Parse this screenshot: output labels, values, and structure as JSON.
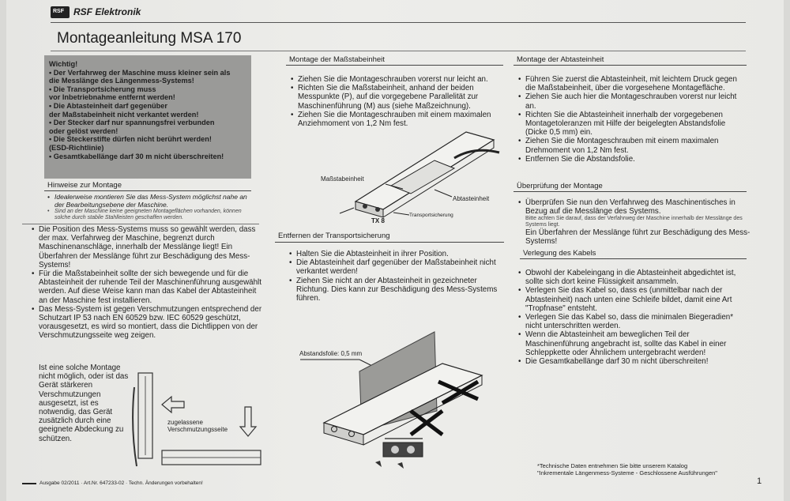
{
  "header": {
    "logo": "RSF",
    "brand": "RSF Elektronik",
    "title": "Montageanleitung MSA 170"
  },
  "warning_box": [
    "Wichtig!",
    "• Der Verfahrweg der Maschine muss kleiner sein als",
    "  die Messlänge des Längenmess-Systems!",
    "• Die Transportsicherung muss",
    "  vor Inbetriebnahme entfernt werden!",
    "• Die Abtasteinheit darf gegenüber",
    "  der Maßstabeinheit nicht verkantet werden!",
    "• Der Stecker darf nur spannungsfrei verbunden",
    "  oder gelöst werden!",
    "• Die Steckerstifte dürfen nicht berührt werden!",
    "  (ESD-Richtlinie)",
    "• Gesamtkabellänge darf 30 m nicht überschreiten!"
  ],
  "hinweise": {
    "heading": "Hinweise zur Montage",
    "intro": [
      "Idealerweise montieren Sie das Mess-System möglichst nahe an der Bearbeitungsebene der Maschine.",
      "Sind an der Maschine keine geeigneten Montageflächen vorhanden, können solche durch stabile Stahlleisten geschaffen werden."
    ],
    "items": [
      "Die Position des Mess-Systems muss so gewählt werden, dass der max. Verfahrweg der Maschine, begrenzt durch Maschinenanschläge, innerhalb der Messlänge liegt! Ein Überfahren der Messlänge führt zur Beschädigung des Mess-Systems!",
      "Für die Maßstabeinheit sollte der sich bewegende und für die Abtasteinheit der ruhende Teil der Maschinenführung ausgewählt werden. Auf diese Weise kann man das Kabel der Abtasteinheit an der Maschine fest installieren.",
      "Das Mess-System ist gegen Verschmutzungen entsprechend der Schutzart IP 53 nach EN 60529 bzw. IEC 60529 geschützt, vorausgesetzt, es wird so montiert, dass die Dichtlippen von der Verschmutzungsseite weg zeigen."
    ],
    "extra": "Ist eine solche Montage nicht möglich, oder ist das Gerät stärkeren Verschmutzungen ausgesetzt, ist es notwendig, das Gerät zusätzlich durch eine geeignete Abdeckung zu schützen.",
    "figure_label": "zugelassene Verschmutzungsseite"
  },
  "montage_massstab": {
    "heading": "Montage der Maßstabeinheit",
    "items": [
      "Ziehen Sie die Montageschrauben vorerst nur leicht an.",
      "Richten Sie die Maßstabeinheit, anhand der beiden Messpunkte (P), auf die vorgegebene Parallelität zur Maschinenführung (M) aus (siehe Maßzeichnung).",
      "Ziehen Sie die Montageschrauben mit einem maximalen Anziehmoment von 1,2 Nm fest."
    ],
    "labels": {
      "massstab": "Maßstabeinheit",
      "abtast": "Abtasteinheit",
      "transport": "Transportsicherung",
      "tx": "TX 8"
    }
  },
  "entfernen": {
    "heading": "Entfernen der Transportsicherung",
    "items": [
      "Halten Sie die Abtasteinheit in ihrer Position.",
      "Die Abtasteinheit darf gegenüber der Maßstabeinheit nicht verkantet werden!",
      "Ziehen Sie nicht an der Abtasteinheit in gezeichneter Richtung. Dies kann zur Beschädigung des Mess-Systems führen."
    ],
    "label": "Abstandsfolie: 0,5 mm"
  },
  "montage_abtast": {
    "heading": "Montage der Abtasteinheit",
    "items": [
      "Führen Sie zuerst die Abtasteinheit, mit leichtem Druck gegen die Maßstabeinheit, über die vorgesehene Montagefläche.",
      "Ziehen Sie auch hier die Montageschrauben vorerst nur leicht an.",
      "Richten Sie die Abtasteinheit innerhalb der vorgegebenen Montagetoleranzen mit Hilfe der beigelegten Abstandsfolie (Dicke 0,5 mm) ein.",
      "Ziehen Sie die Montageschrauben mit einem maximalen Drehmoment von 1,2 Nm fest.",
      "Entfernen Sie die Abstandsfolie."
    ]
  },
  "ueberpruefung": {
    "heading": "Überprüfung der Montage",
    "items": [
      "Überprüfen Sie nun den Verfahrweg des Maschinentisches in Bezug auf die Messlänge des Systems."
    ],
    "note": "Bitte achten Sie darauf, dass der Verfahrweg der Maschine innerhalb der Messlänge des Systems liegt.",
    "note2": "Ein Überfahren der Messlänge führt zur Beschädigung des Mess-Systems!"
  },
  "kabel": {
    "heading": "Verlegung des Kabels",
    "items": [
      "Obwohl der Kabeleingang in die Abtasteinheit abgedichtet ist, sollte sich dort keine Flüssigkeit ansammeln.",
      "Verlegen Sie das Kabel so, dass es (unmittelbar nach der Abtasteinheit) nach unten eine Schleife bildet, damit eine Art \"Tropfnase\" entsteht.",
      "Verlegen Sie das Kabel so, dass die minimalen Biegeradien* nicht unterschritten werden.",
      "Wenn die Abtasteinheit am beweglichen Teil der Maschinenführung angebracht ist, sollte das Kabel in einer Schleppkette oder Ähnlichem untergebracht werden!",
      "Die Gesamtkabellänge darf 30 m nicht überschreiten!"
    ]
  },
  "footer": {
    "tech1": "*Technische Daten entnehmen Sie bitte unserem Katalog",
    "tech2": "\"Inkrementale Längenmess-Systeme - Geschlossene Ausführungen\"",
    "edition": "Ausgabe 02/2011 · Art.Nr. 647233-02 · Techn. Änderungen vorbehalten!",
    "page": "1"
  }
}
